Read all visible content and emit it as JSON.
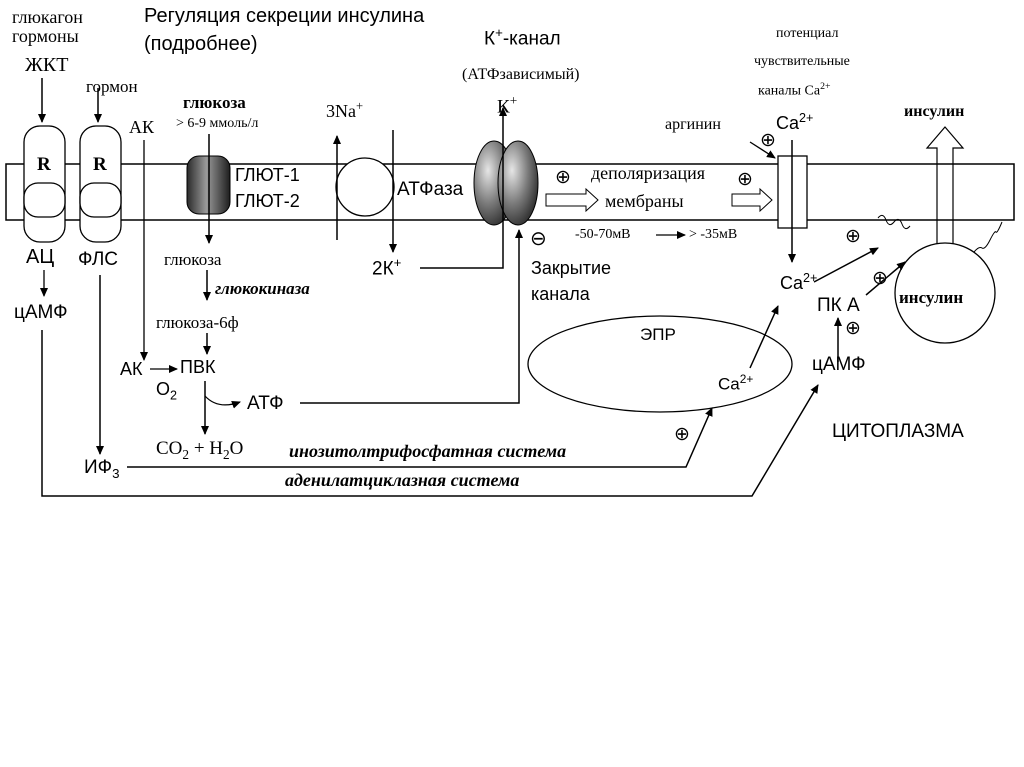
{
  "title": {
    "line1": "Регуляция секреции инсулина",
    "line2": "(подробнее)"
  },
  "left": {
    "glucagon": "глюкагон",
    "hormones": "гормоны",
    "gkt": "ЖКТ",
    "hormone": "гормон",
    "ak": "АК",
    "r1": "R",
    "r2": "R",
    "ac": "АЦ",
    "fls": "ФЛС",
    "camp": "цАМФ",
    "if3_main": "ИФ",
    "if3_sub": "3"
  },
  "glucose_block": {
    "glucose_bold": "глюкоза",
    "concentration": "> 6-9 ммоль/л",
    "glut1": "ГЛЮТ-1",
    "glut2": "ГЛЮТ-2",
    "glucose": "глюкоза",
    "glucokinase": "глюкокиназа",
    "g6p": "глюкоза-6ф",
    "ak2": "АК",
    "pvk": "ПВК",
    "o2_main": "O",
    "o2_sub": "2",
    "atp": "АТФ",
    "co2_main": "CO",
    "co2_sub": "2",
    "h2o_plus": "+ H",
    "h2o_sub": "2",
    "h2o_end": "O"
  },
  "pump": {
    "na_main": "3Na",
    "na_sup": "+",
    "atpase": "АТФаза",
    "k_main": "2К",
    "k_sup": "+"
  },
  "k_channel": {
    "label_main": "К",
    "label_sup": "+",
    "label_end": "-канал",
    "atp_dependent": "(АТФзависимый)",
    "k_main": "К",
    "k_sup": "+",
    "minus": "⊖",
    "closing1": "Закрытие",
    "closing2": "канала"
  },
  "depolarization": {
    "plus1": "⊕",
    "line1": "деполяризация",
    "line2": "мембраны",
    "plus2": "⊕",
    "voltage": "-50-70мВ",
    "voltage2": "> -35мВ"
  },
  "ca_channel": {
    "line1": "потенциал",
    "line2": "чувствительные",
    "line3_main": "каналы Ca",
    "line3_sup": "2+",
    "arginine": "аргинин",
    "plus": "⊕",
    "ca_top_main": "Ca",
    "ca_top_sup": "2+",
    "ca_in_main": "Ca",
    "ca_in_sup": "2+"
  },
  "right": {
    "insulin_top": "инсулин",
    "insulin_vesicle": "инсулин",
    "plus_a": "⊕",
    "plus_b": "⊕",
    "pka": "ПК А",
    "plus_pka": "⊕",
    "camp": "цАМФ",
    "cytoplasm": "ЦИТОПЛАЗМА"
  },
  "er": {
    "label": "ЭПР",
    "ca_main": "Ca",
    "ca_sup": "2+",
    "plus": "⊕"
  },
  "systems": {
    "inositol": "инозитолтрифосфатная система",
    "adenylate": "аденилатциклазная система"
  }
}
